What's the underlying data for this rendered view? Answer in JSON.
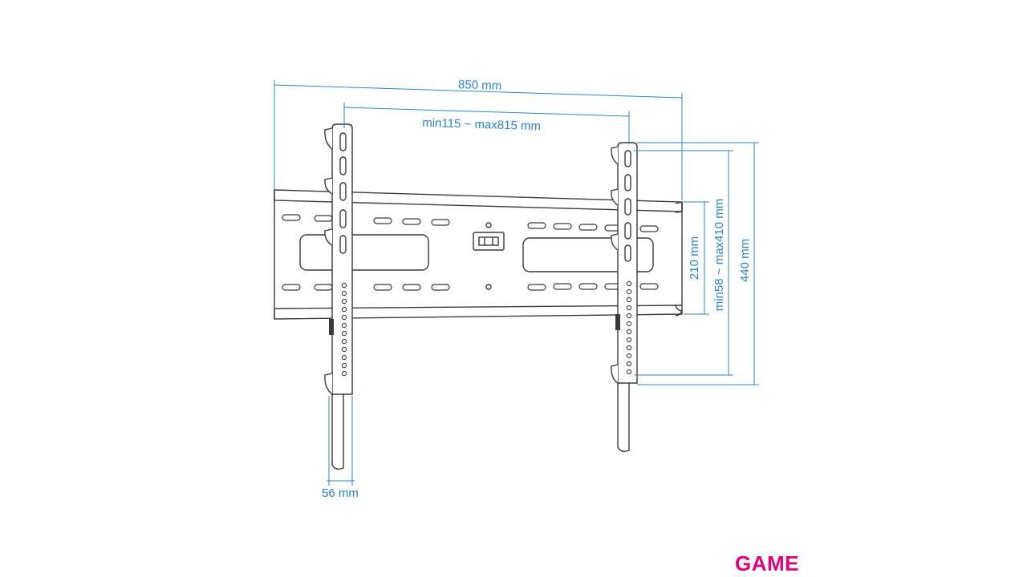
{
  "colors": {
    "dimension": "#2a86c3",
    "outline": "#3a3a3a",
    "brand": "#e2007a"
  },
  "dimensions": {
    "total_width": "850 mm",
    "vesa_width": "min115 ~ max815 mm",
    "plate_height": "210 mm",
    "vesa_height": "min58 ~ max410 mm",
    "total_height": "440 mm",
    "depth": "56 mm"
  },
  "brand": {
    "logo_text": "GAME"
  }
}
